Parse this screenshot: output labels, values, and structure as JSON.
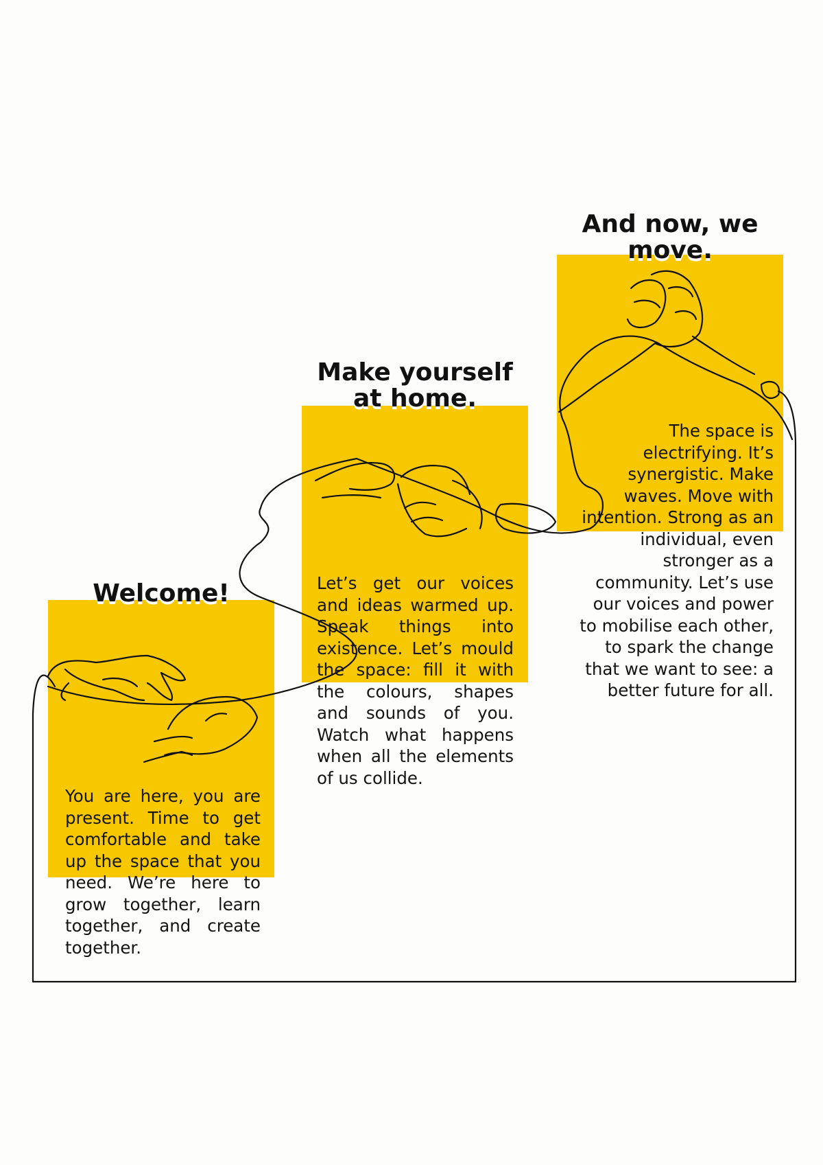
{
  "sections": [
    {
      "heading": "Welcome!",
      "body": "You are here, you are present. Time to get comfortable and take up the space that you need. We’re here to grow together, learn together, and create together."
    },
    {
      "heading": "Make yourself at home.",
      "body": "Let’s get our voices and ideas warmed up. Speak things into existence. Let’s mould the space: fill it with the colours, shapes and sounds of you. Watch what happens when all the elements of us collide."
    },
    {
      "heading": "And now, we move.",
      "body": "The space is electrifying. It’s synergistic. Make waves. Move with intention. Strong as an individual, even stronger as a community. Let’s use our voices and power to mobilise each other, to spark the change that we want to see: a better future for all."
    }
  ],
  "colors": {
    "panel": "#f7c800",
    "ink": "#111111",
    "background": "#fdfdfc"
  },
  "icons": [
    "reaching-hands-icon",
    "fist-bump-icon",
    "clasped-hands-icon"
  ]
}
